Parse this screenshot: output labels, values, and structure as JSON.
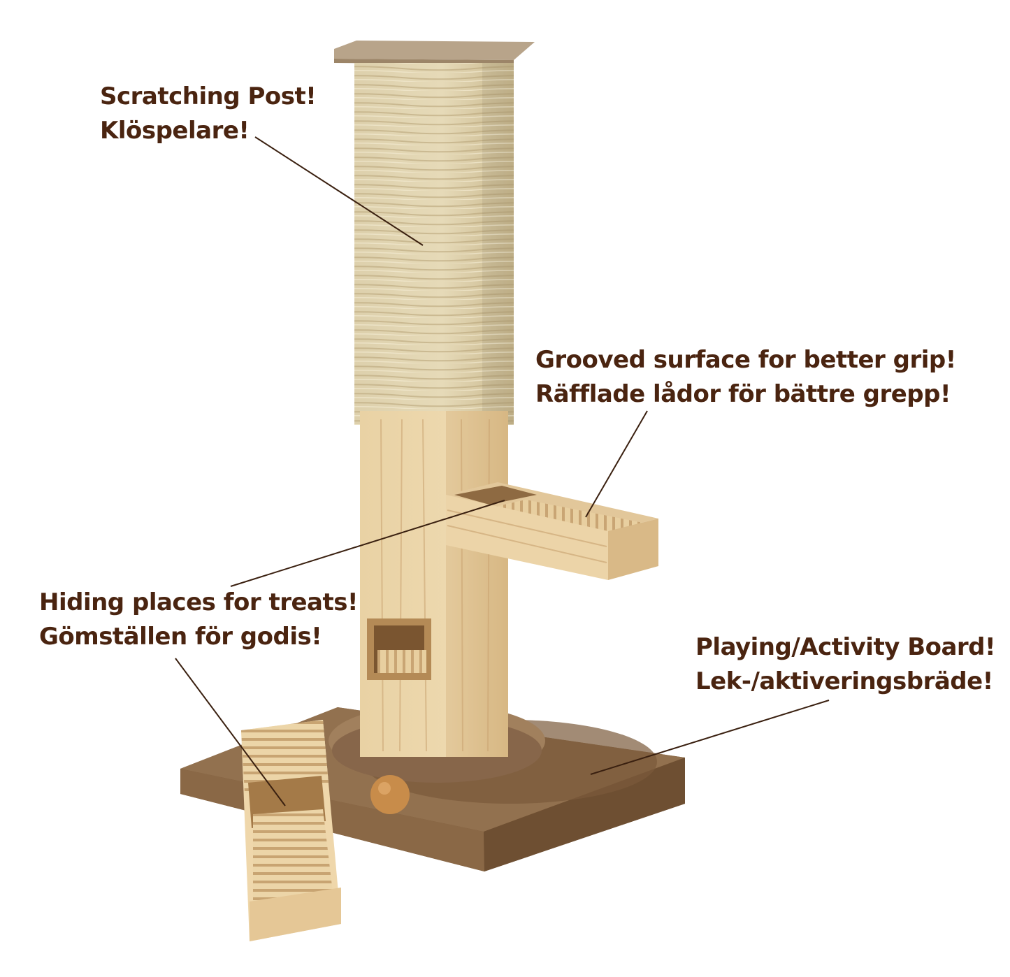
{
  "colors": {
    "label_text": "#4a2410",
    "leader_line": "#3a2010",
    "sisal_rope": "#d8c8a0",
    "pine_wood": "#e8cfa0",
    "mdf_board": "#8b6a48",
    "background": "#ffffff"
  },
  "callouts": [
    {
      "line1": "Scratching Post!",
      "line2": "Klöspelare!"
    },
    {
      "line1": "Grooved surface for better grip!",
      "line2": "Räfflade lådor för bättre grepp!"
    },
    {
      "line1": "Hiding places for treats!",
      "line2": "Gömställen för godis!"
    },
    {
      "line1": "Playing/Activity Board!",
      "line2": "Lek-/aktiveringsbräde!"
    }
  ]
}
